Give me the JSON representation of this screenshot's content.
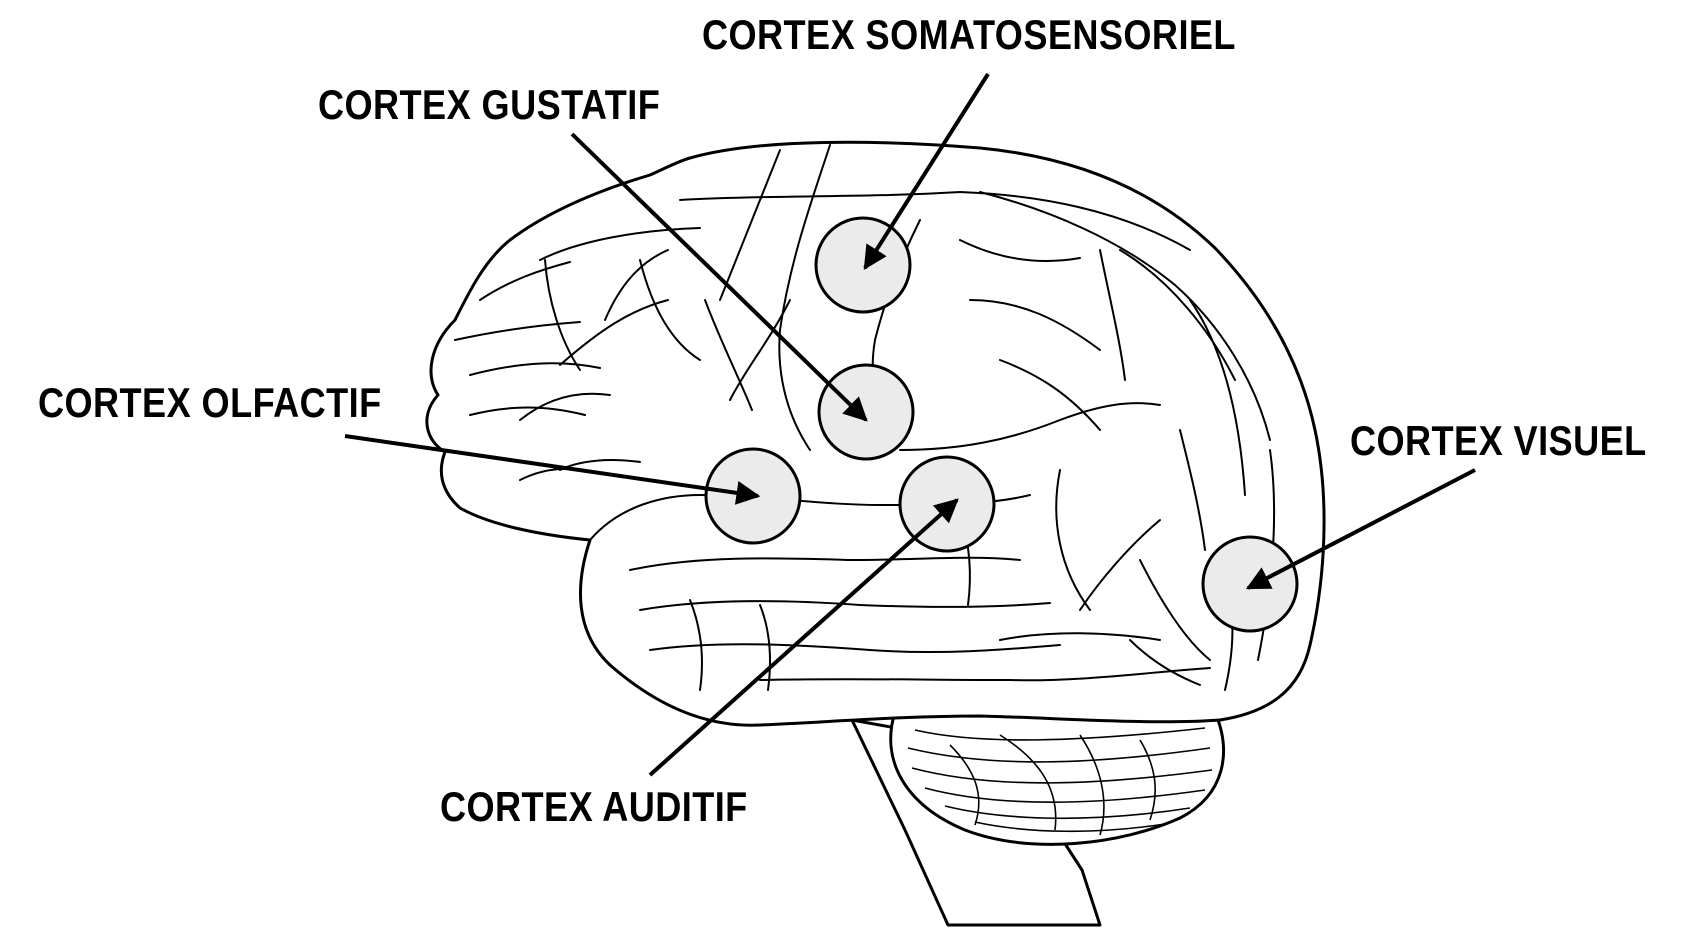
{
  "labels": {
    "somatosensoriel": "CORTEX SOMATOSENSORIEL",
    "gustatif": "CORTEX GUSTATIF",
    "olfactif": "CORTEX OLFACTIF",
    "visuel": "CORTEX VISUEL",
    "auditif": "CORTEX AUDITIF"
  },
  "colors": {
    "stroke": "#000000",
    "region_fill": "#ebebeb",
    "background": "#ffffff"
  }
}
